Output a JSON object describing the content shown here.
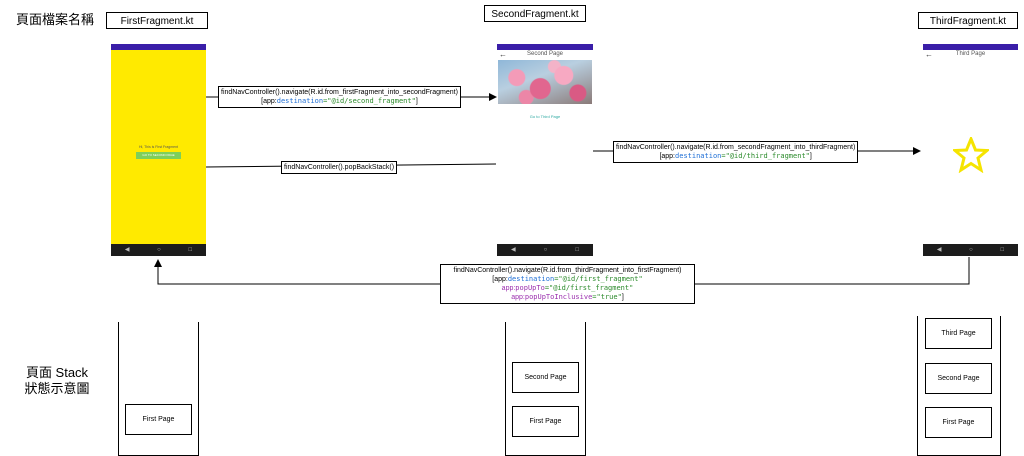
{
  "row_labels": {
    "file_names": "頁面檔案名稱",
    "stack_state_line1": "頁面 Stack",
    "stack_state_line2": "狀態示意圖"
  },
  "files": {
    "first": "FirstFragment.kt",
    "second": "SecondFragment.kt",
    "third": "ThirdFragment.kt"
  },
  "screens": {
    "first": {
      "message": "Hi, This is First Fragment",
      "button": "GO TO SECOND PAGE"
    },
    "second": {
      "title": "Second Page",
      "back_icon": "arrow-left-icon",
      "link": "Go to Third Page"
    },
    "third": {
      "title": "Third Page",
      "back_icon": "arrow-left-icon",
      "star_icon": "star-icon",
      "star_color": "#f5e400"
    },
    "nav_icons": [
      "◀",
      "○",
      "□"
    ]
  },
  "transitions": {
    "first_to_second": {
      "call": "findNavController().navigate(R.id.from_firstFragment_into_secondFragment)",
      "attr_prefix": "[app:",
      "attr_name": "destination",
      "attr_value": "=\"@id/second_fragment\"",
      "attr_suffix": "]"
    },
    "pop": {
      "call": "findNavController().popBackStack()"
    },
    "second_to_third": {
      "call": "findNavController().navigate(R.id.from_secondFragment_into_thirdFragment)",
      "attr_prefix": "[app:",
      "attr_name": "destination",
      "attr_value": "=\"@id/third_fragment\"",
      "attr_suffix": "]"
    },
    "third_to_first": {
      "call": "findNavController().navigate(R.id.from_thirdFragment_into_firstFragment)",
      "line1_prefix": "[app:",
      "line1_name": "destination",
      "line1_value": "=\"@id/first_fragment\"",
      "line2_prefix": "app:",
      "line2_name": "popUpTo",
      "line2_value": "=\"@id/first_fragment\"",
      "line3_prefix": "app:",
      "line3_name": "popUpToInclusive",
      "line3_value": "=\"true\"",
      "line3_suffix": "]"
    }
  },
  "stacks": {
    "first": [
      "First Page"
    ],
    "second": [
      "Second Page",
      "First Page"
    ],
    "third": [
      "Third Page",
      "Second Page",
      "First Page"
    ]
  }
}
